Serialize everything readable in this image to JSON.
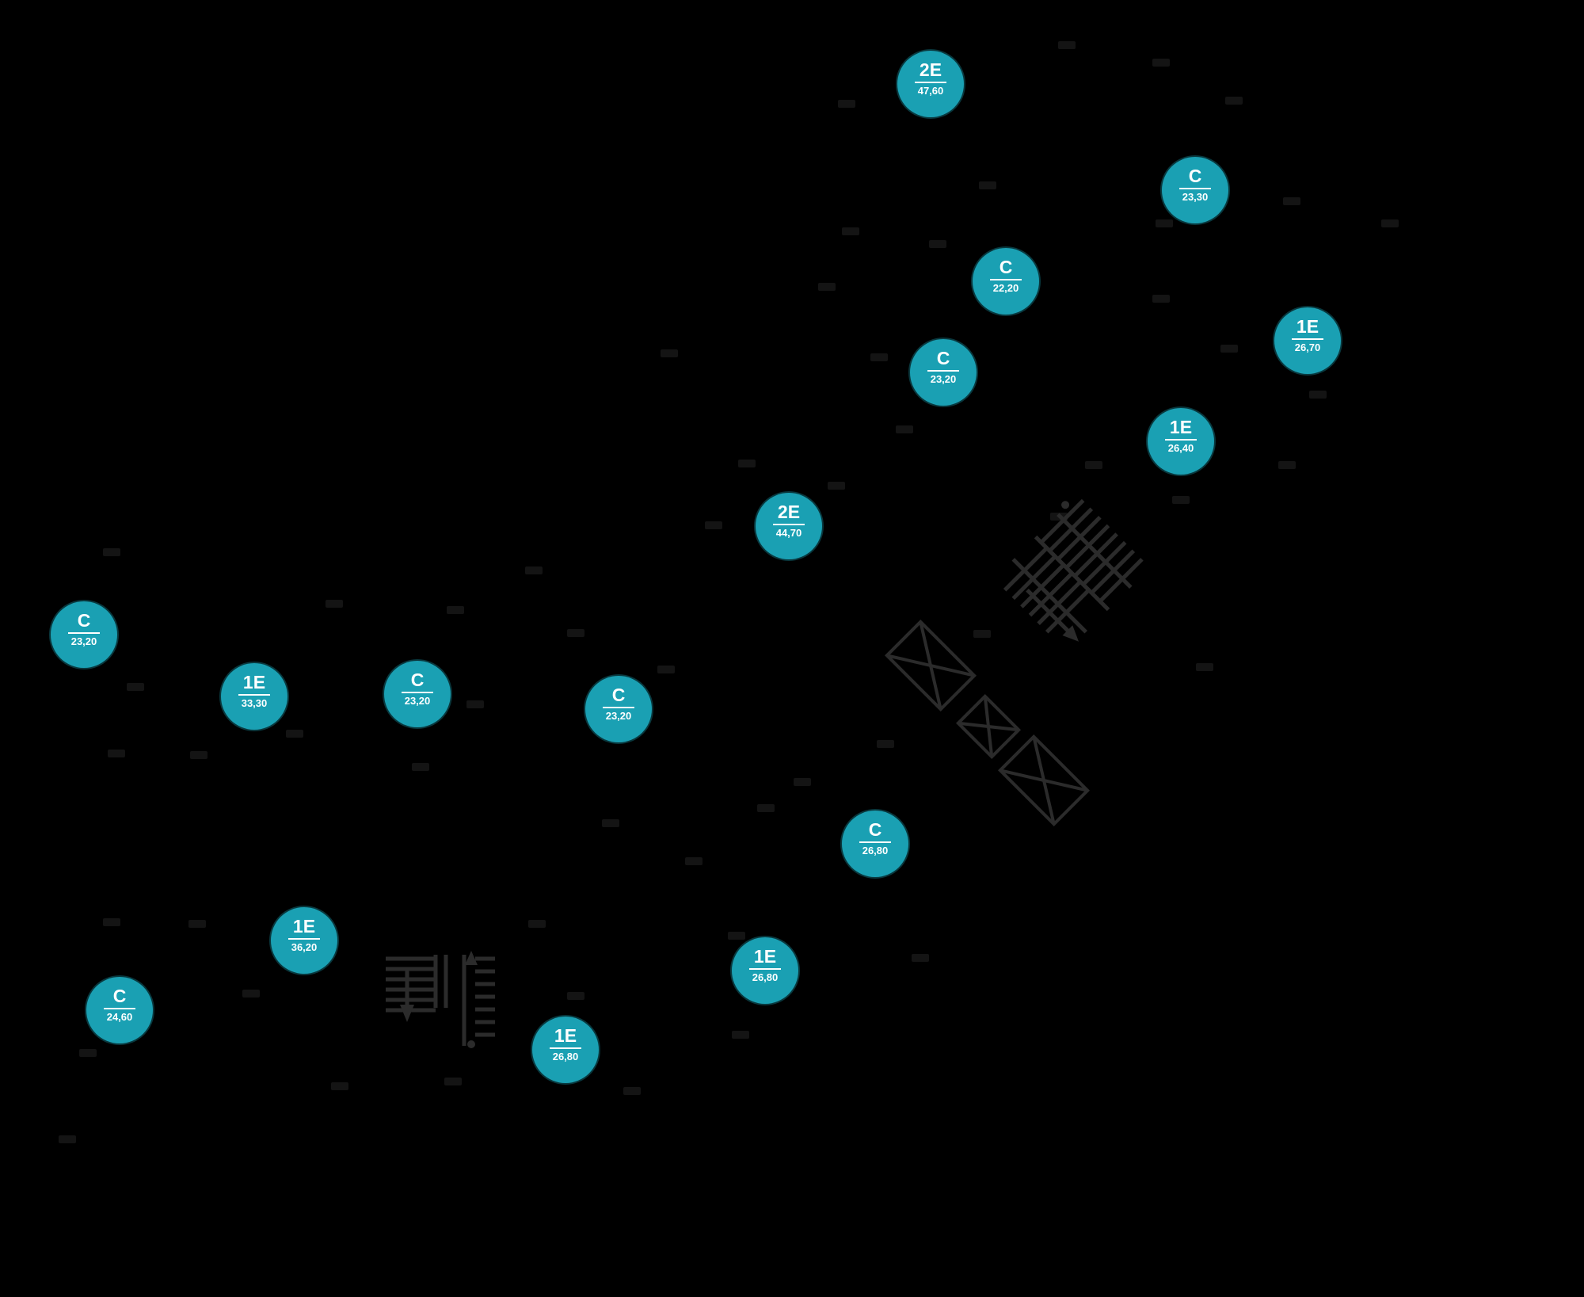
{
  "units": [
    {
      "id": "u01",
      "type": "2E",
      "area": "47,60"
    },
    {
      "id": "u02",
      "type": "C",
      "area": "23,30"
    },
    {
      "id": "u03",
      "type": "C",
      "area": "22,20"
    },
    {
      "id": "u04",
      "type": "1E",
      "area": "26,70"
    },
    {
      "id": "u05",
      "type": "C",
      "area": "23,20"
    },
    {
      "id": "u06",
      "type": "1E",
      "area": "26,40"
    },
    {
      "id": "u07",
      "type": "2E",
      "area": "44,70"
    },
    {
      "id": "u08",
      "type": "C",
      "area": "23,20"
    },
    {
      "id": "u09",
      "type": "1E",
      "area": "33,30"
    },
    {
      "id": "u10",
      "type": "C",
      "area": "23,20"
    },
    {
      "id": "u11",
      "type": "C",
      "area": "23,20"
    },
    {
      "id": "u12",
      "type": "C",
      "area": "26,80"
    },
    {
      "id": "u13",
      "type": "1E",
      "area": "36,20"
    },
    {
      "id": "u14",
      "type": "C",
      "area": "24,60"
    },
    {
      "id": "u15",
      "type": "1E",
      "area": "26,80"
    },
    {
      "id": "u16",
      "type": "1E",
      "area": "26,80"
    }
  ],
  "colors": {
    "background": "#000000",
    "unit_badge": "#1aa0b3",
    "unit_text": "#ffffff",
    "stair_and_lift_lines": "#2b2b2b"
  },
  "icons": [
    "stair-icon",
    "elevator-icon"
  ]
}
